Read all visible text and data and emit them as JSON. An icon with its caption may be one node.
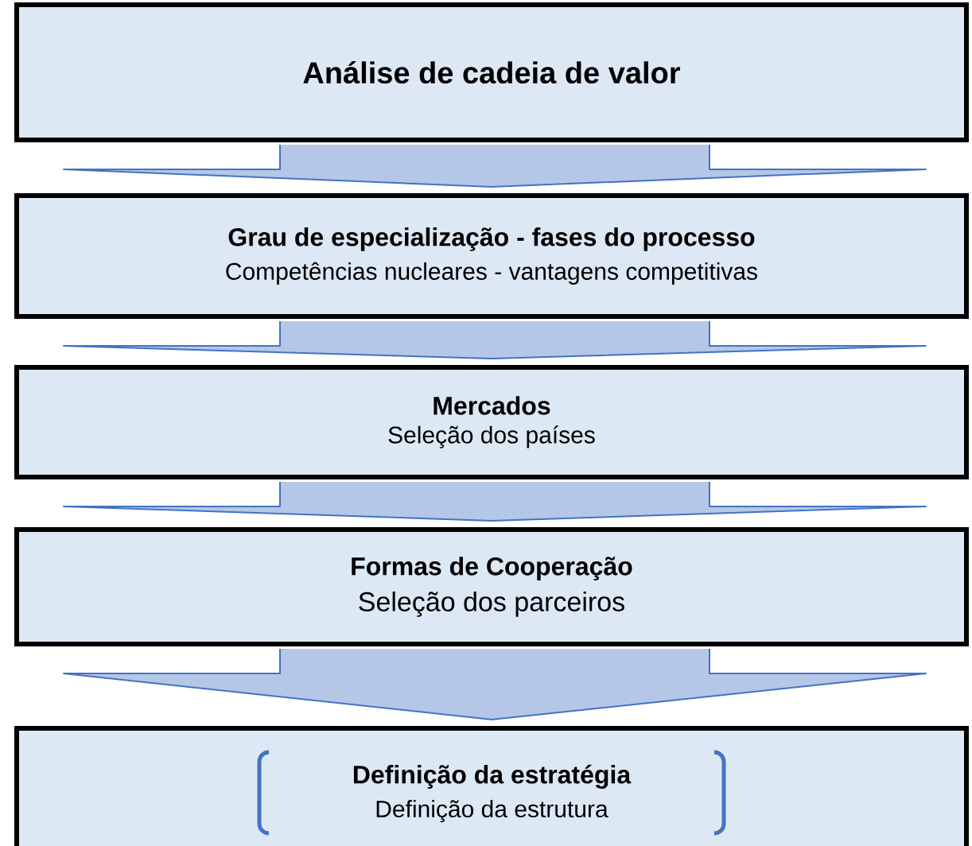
{
  "diagram": {
    "nodes": [
      {
        "text": [
          "Análise de cadeia de valor"
        ]
      },
      {
        "text": [
          "Grau de especialização - fases do processo",
          "Competências nucleares - vantagens competitivas"
        ]
      },
      {
        "text": [
          "Mercados",
          "Seleção dos países"
        ]
      },
      {
        "text": [
          "Formas de Cooperação",
          "Seleção dos parceiros"
        ]
      },
      {
        "text": [
          "Definição da estratégia",
          "Definição da estrutura"
        ]
      }
    ],
    "edges": [
      {
        "from": 0,
        "to": 1,
        "arrow": "to"
      },
      {
        "from": 1,
        "to": 2,
        "arrow": "to"
      },
      {
        "from": 2,
        "to": 3,
        "arrow": "to"
      },
      {
        "from": 3,
        "to": 4,
        "arrow": "to"
      }
    ]
  }
}
